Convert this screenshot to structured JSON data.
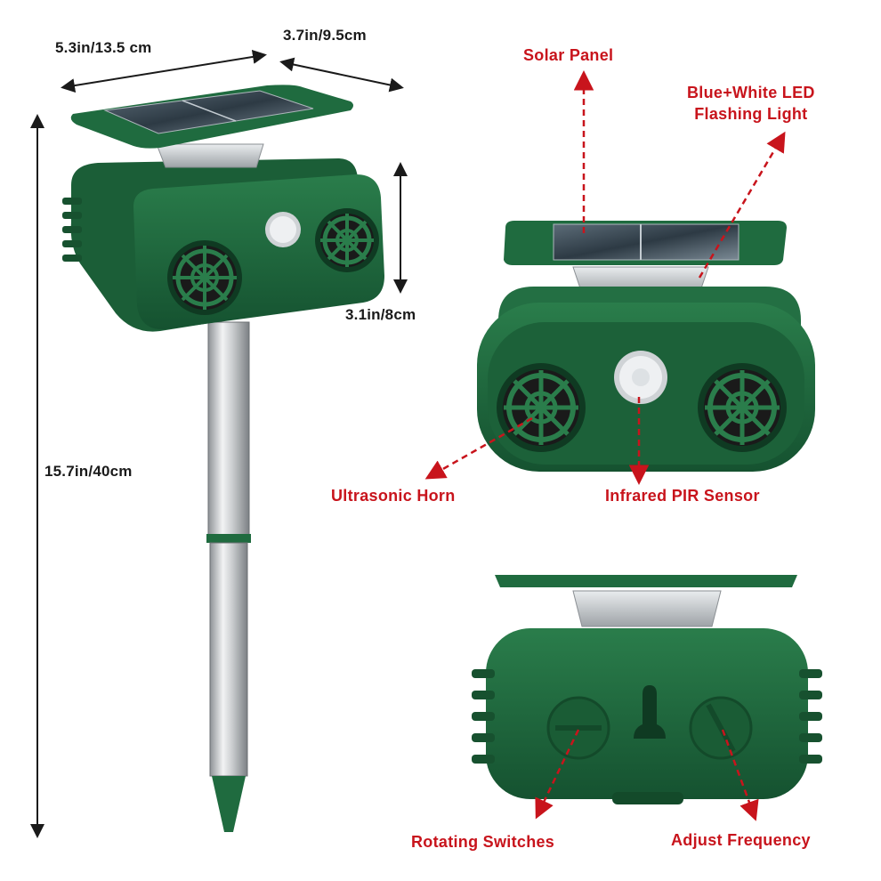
{
  "dimensions": {
    "width_top": "5.3in/13.5 cm",
    "depth_top": "3.7in/9.5cm",
    "body_height": "3.1in/8cm",
    "total_height": "15.7in/40cm"
  },
  "callouts": {
    "solar_panel": "Solar Panel",
    "led_line1": "Blue+White LED",
    "led_line2": "Flashing Light",
    "ultrasonic_horn": "Ultrasonic Horn",
    "pir_sensor": "Infrared PIR Sensor",
    "rotating_switches": "Rotating Switches",
    "adjust_frequency": "Adjust Frequency"
  },
  "colors": {
    "body_green": "#1f6b3f",
    "callout_red": "#c8141c",
    "dimension_text": "#1a1a1a"
  }
}
